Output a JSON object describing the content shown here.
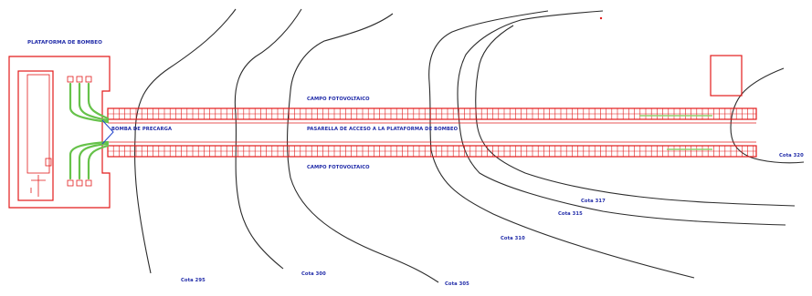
{
  "colors": {
    "contour": "#2b2b2b",
    "structure": "#e21b1b",
    "pipes": "#66c24a",
    "labels": "#1f2aa8",
    "pump_marker": "#2244cc"
  },
  "labels": {
    "platform": "PLATAFORMA DE BOMBEO",
    "pump": "BOMBA DE PRECARGA",
    "walkway": "PASARELLA DE ACCESO A LA PLATAFORMA DE BOMBEO",
    "pv_field_top": "CAMPO FOTOVOLTAICO",
    "pv_field_bottom": "CAMPO FOTOVOLTAICO"
  },
  "contour_labels": [
    "Cota 295",
    "Cota 300",
    "Cota 305",
    "Cota 310",
    "Cota 315",
    "Cota 317",
    "Cota 320"
  ]
}
